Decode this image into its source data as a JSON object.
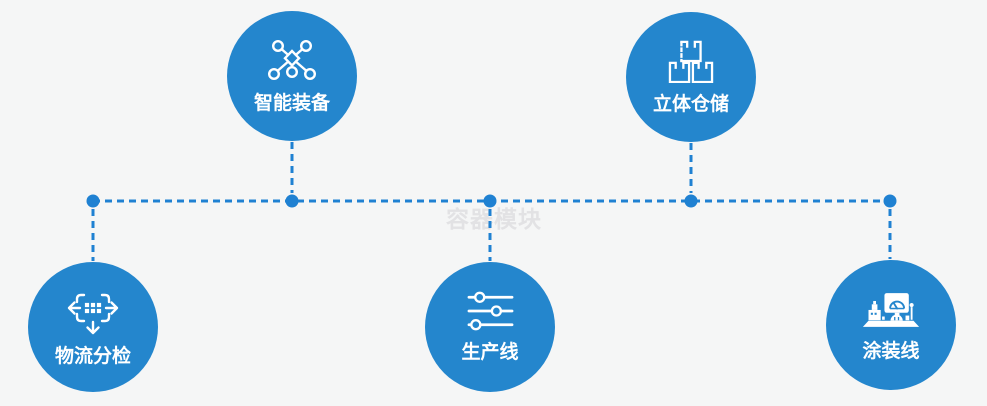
{
  "diagram": {
    "watermark": "容器模块",
    "nodes": [
      {
        "label": "智能装备",
        "icon": "network-nodes-icon"
      },
      {
        "label": "立体仓储",
        "icon": "stacked-boxes-icon"
      },
      {
        "label": "物流分检",
        "icon": "distribute-arrows-icon"
      },
      {
        "label": "生产线",
        "icon": "sliders-icon"
      },
      {
        "label": "涂装线",
        "icon": "control-panel-icon"
      }
    ]
  },
  "colors": {
    "background": "#f5f6f6",
    "circle": "#2486cd",
    "connector": "#1f81d2",
    "label": "#ffffff",
    "watermark": "#e2e2e4"
  }
}
